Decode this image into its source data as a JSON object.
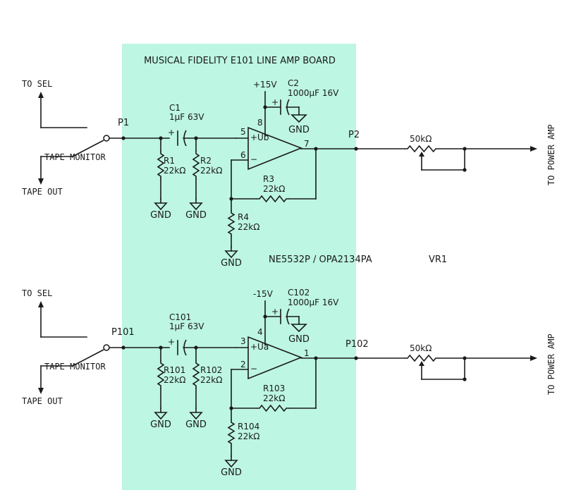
{
  "board": {
    "title": "MUSICAL FIDELITY E101 LINE AMP BOARD",
    "opamp_note": "NE5532P / OPA2134PA",
    "pot_ref": "VR1",
    "background_color": "#bdf6e2"
  },
  "channels": [
    {
      "to_sel": "TO SEL",
      "tape_monitor": "TAPE MONITOR",
      "tape_out": "TAPE OUT",
      "input_pin": "P1",
      "output_pin": "P2",
      "supply": "+15V",
      "c_in_ref": "C1",
      "c_in_val": "1µF 63V",
      "c_sup_ref": "C2",
      "c_sup_val": "1000µF 16V",
      "r_a_ref": "R1",
      "r_a_val": "22kΩ",
      "r_b_ref": "R2",
      "r_b_val": "22kΩ",
      "r_fb_ref": "R3",
      "r_fb_val": "22kΩ",
      "r_g_ref": "R4",
      "r_g_val": "22kΩ",
      "pin_sup": "8",
      "pin_plus": "5",
      "pin_minus": "6",
      "pin_out": "7",
      "plus_label": "+Ub",
      "minus_label": "−",
      "pot_val": "50kΩ",
      "to_power_amp": "TO POWER AMP",
      "gnd": "GND"
    },
    {
      "to_sel": "TO SEL",
      "tape_monitor": "TAPE MONITOR",
      "tape_out": "TAPE OUT",
      "input_pin": "P101",
      "output_pin": "P102",
      "supply": "-15V",
      "c_in_ref": "C101",
      "c_in_val": "1µF 63V",
      "c_sup_ref": "C102",
      "c_sup_val": "1000µF 16V",
      "r_a_ref": "R101",
      "r_a_val": "22kΩ",
      "r_b_ref": "R102",
      "r_b_val": "22kΩ",
      "r_fb_ref": "R103",
      "r_fb_val": "22kΩ",
      "r_g_ref": "R104",
      "r_g_val": "22kΩ",
      "pin_sup": "4",
      "pin_plus": "3",
      "pin_minus": "2",
      "pin_out": "1",
      "plus_label": "+Ua",
      "minus_label": "−",
      "pot_val": "50kΩ",
      "to_power_amp": "TO POWER AMP",
      "gnd": "GND"
    }
  ]
}
